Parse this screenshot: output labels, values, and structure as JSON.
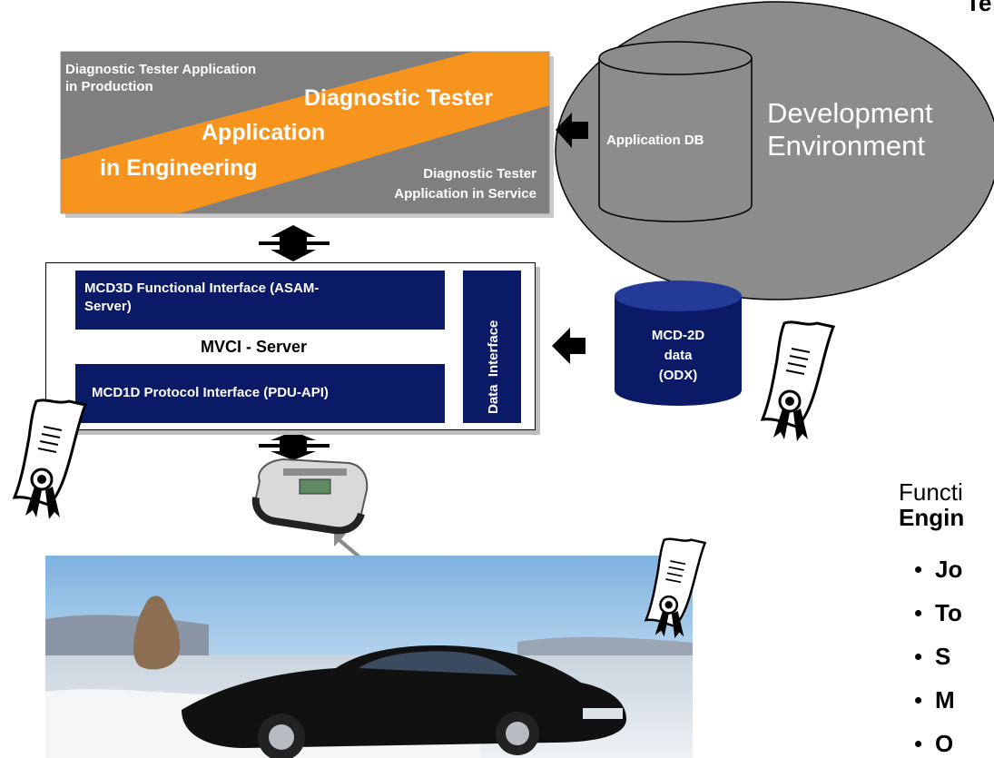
{
  "corner_text": "Te",
  "apps": {
    "production": [
      "Diagnostic Tester Application",
      "in Production"
    ],
    "engineering": [
      "Diagnostic Tester",
      "Application",
      "in Engineering"
    ],
    "service": [
      "Diagnostic Tester",
      "Application in Service"
    ]
  },
  "dev_env": {
    "db_label": "Application DB",
    "env_label": [
      "Development",
      "Environment"
    ]
  },
  "server": {
    "functional_interface": [
      "MCD3D Functional Interface (ASAM-",
      "Server)"
    ],
    "title": "MVCI - Server",
    "protocol_interface": "MCD1D Protocol Interface (PDU-API)",
    "data_interface": "Data  Interface"
  },
  "odx_db": [
    "MCD-2D",
    "data",
    "(ODX)"
  ],
  "functional": {
    "heading": [
      "Functi",
      "Engin"
    ],
    "bullets": [
      "Jo",
      "To",
      "S",
      "M",
      "O"
    ]
  },
  "colors": {
    "orange": "#f7941d",
    "gray": "#7f7f7f",
    "navy": "#0b1a66",
    "ellipse": "#8c8c8c"
  }
}
